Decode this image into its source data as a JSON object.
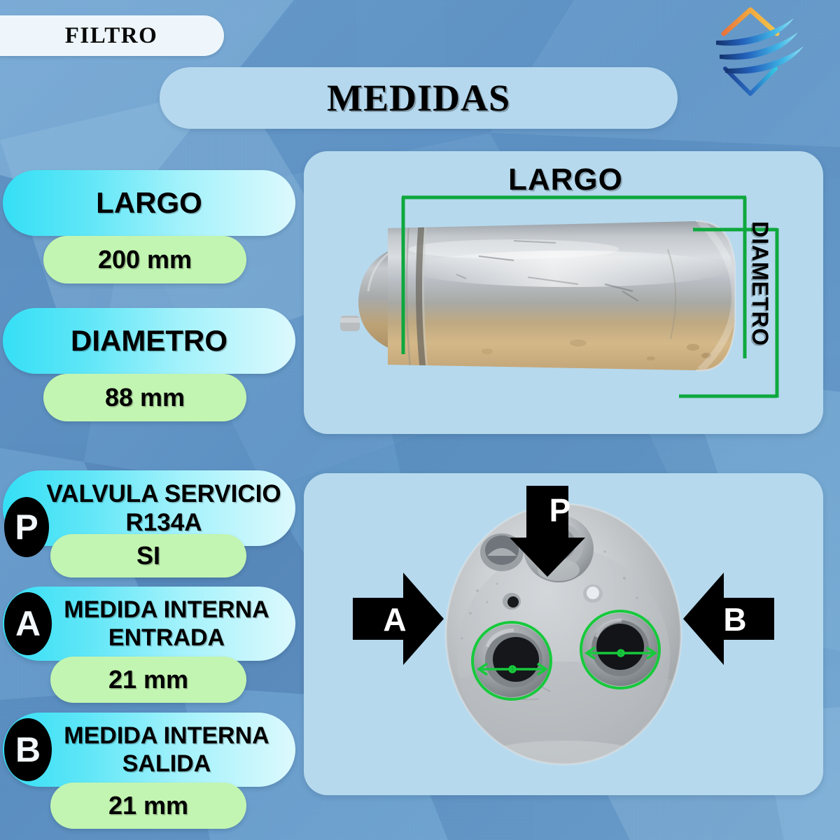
{
  "header": {
    "filtro_badge": "FILTRO",
    "title": "MEDIDAS",
    "logo_name": "company-logo"
  },
  "colors": {
    "background": "#5d93c5",
    "panel": "#b6d9ed",
    "label_pill_start": "#35dff5",
    "label_pill_end": "#dcf9fd",
    "value_pill": "#c3f5b2",
    "measure_green": "#0ea83e",
    "badge_black": "#000000",
    "title_pill": "#b5d8ee",
    "filtro_pill": "#eef6fb"
  },
  "specs": [
    {
      "key": "largo",
      "label": "LARGO",
      "label2": "",
      "value": "200 mm",
      "tag": null
    },
    {
      "key": "diametro",
      "label": "DIAMETRO",
      "label2": "",
      "value": "88 mm",
      "tag": null
    },
    {
      "key": "valvula",
      "label": "VALVULA SERVICIO",
      "label2": "R134A",
      "value": "SI",
      "tag": "P"
    },
    {
      "key": "entrada",
      "label": "MEDIDA INTERNA",
      "label2": "ENTRADA",
      "value": "21 mm",
      "tag": "A"
    },
    {
      "key": "salida",
      "label": "MEDIDA INTERNA",
      "label2": "SALIDA",
      "value": "21 mm",
      "tag": "B"
    }
  ],
  "panel_top": {
    "name": "filter-side-view-panel",
    "photo_alt": "filter-body-photo",
    "bracket_largo": "LARGO",
    "bracket_diametro": "DIAMETRO"
  },
  "panel_bottom": {
    "name": "filter-endcap-panel",
    "photo_alt": "filter-endcap-photo",
    "arrow_p": "P",
    "arrow_a": "A",
    "arrow_b": "B"
  }
}
